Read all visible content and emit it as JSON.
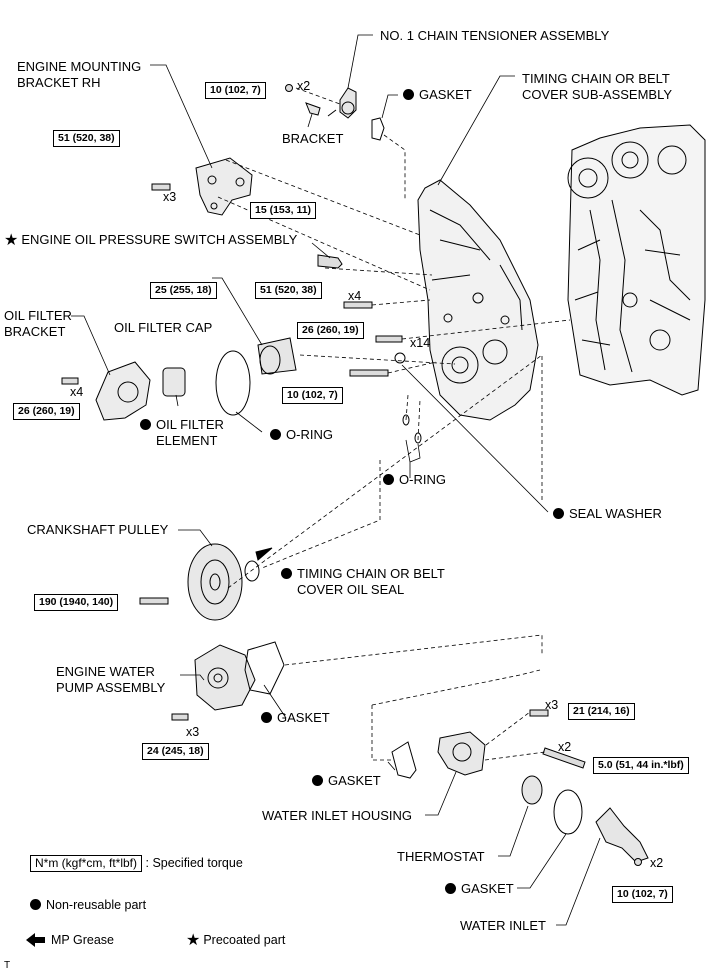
{
  "labels": {
    "no1_chain_tensioner": "NO. 1 CHAIN TENSIONER ASSEMBLY",
    "engine_mounting_bracket": "ENGINE MOUNTING\nBRACKET RH",
    "bracket": "BRACKET",
    "gasket_top": "GASKET",
    "timing_cover": "TIMING CHAIN OR BELT\nCOVER SUB-ASSEMBLY",
    "oil_pressure_switch": "ENGINE OIL PRESSURE SWITCH ASSEMBLY",
    "oil_filter_bracket": "OIL FILTER\nBRACKET",
    "oil_filter_cap": "OIL FILTER CAP",
    "oil_filter_element": "OIL FILTER\nELEMENT",
    "o_ring_filter": "O-RING",
    "o_ring_cover": "O-RING",
    "seal_washer": "SEAL WASHER",
    "crankshaft_pulley": "CRANKSHAFT PULLEY",
    "cover_oil_seal": "TIMING CHAIN OR BELT\nCOVER OIL SEAL",
    "water_pump": "ENGINE WATER\nPUMP ASSEMBLY",
    "gasket_pump": "GASKET",
    "gasket_inlet_housing": "GASKET",
    "water_inlet_housing": "WATER INLET HOUSING",
    "thermostat": "THERMOSTAT",
    "gasket_thermostat": "GASKET",
    "water_inlet": "WATER INLET"
  },
  "torques": {
    "t_10_top": "10 (102, 7)",
    "t_51_bracket": "51 (520, 38)",
    "t_15": "15 (153, 11)",
    "t_25": "25 (255, 18)",
    "t_51_cover": "51 (520, 38)",
    "t_26_cover": "26 (260, 19)",
    "t_26_filter": "26 (260, 19)",
    "t_10_cover": "10 (102, 7)",
    "t_190": "190 (1940, 140)",
    "t_24": "24 (245, 18)",
    "t_21": "21 (214, 16)",
    "t_5": "5.0 (51, 44 in.*lbf)",
    "t_10_inlet": "10 (102, 7)"
  },
  "multipliers": {
    "m_x2_top": "x2",
    "m_x3_bracket": "x3",
    "m_x4_cover": "x4",
    "m_x14": "x14",
    "m_x4_filter": "x4",
    "m_x3_pump": "x3",
    "m_x3_inlet": "x3",
    "m_x2_stud": "x2",
    "m_x2_inlet": "x2"
  },
  "legend": {
    "torque_box": "N*m (kgf*cm, ft*lbf)",
    "torque_text": ": Specified torque",
    "non_reusable": "Non-reusable part",
    "mp_grease": "MP Grease",
    "precoated": "Precoated part"
  },
  "footer": "T",
  "colors": {
    "ink": "#000000",
    "background": "#ffffff",
    "part_fill": "#e6e6e6"
  }
}
